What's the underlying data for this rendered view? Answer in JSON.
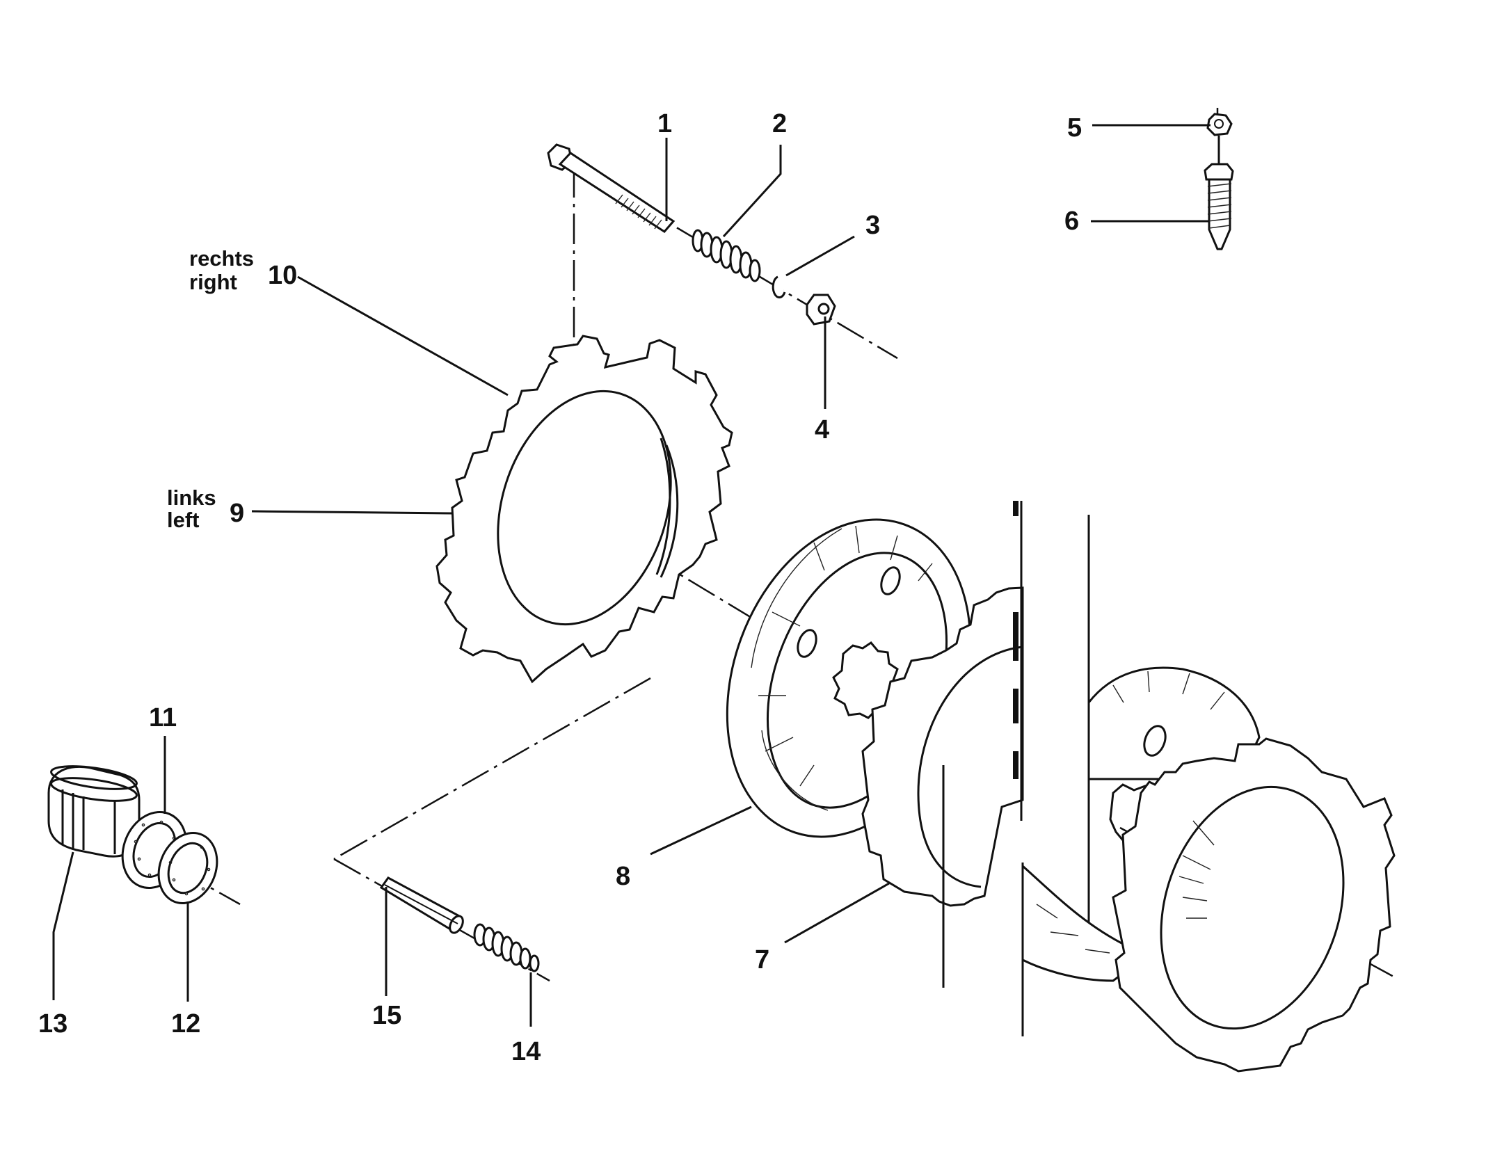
{
  "callouts": [
    {
      "id": "1",
      "label": "1"
    },
    {
      "id": "2",
      "label": "2"
    },
    {
      "id": "3",
      "label": "3"
    },
    {
      "id": "4",
      "label": "4"
    },
    {
      "id": "5",
      "label": "5"
    },
    {
      "id": "6",
      "label": "6"
    },
    {
      "id": "7",
      "label": "7"
    },
    {
      "id": "8",
      "label": "8"
    },
    {
      "id": "9",
      "label": "9"
    },
    {
      "id": "10",
      "label": "10"
    },
    {
      "id": "11",
      "label": "11"
    },
    {
      "id": "12",
      "label": "12"
    },
    {
      "id": "13",
      "label": "13"
    },
    {
      "id": "14",
      "label": "14"
    },
    {
      "id": "15",
      "label": "15"
    }
  ],
  "side_notes": {
    "part_10_de": "rechts",
    "part_10_en": "right",
    "part_9_de": "links",
    "part_9_en": "left"
  }
}
